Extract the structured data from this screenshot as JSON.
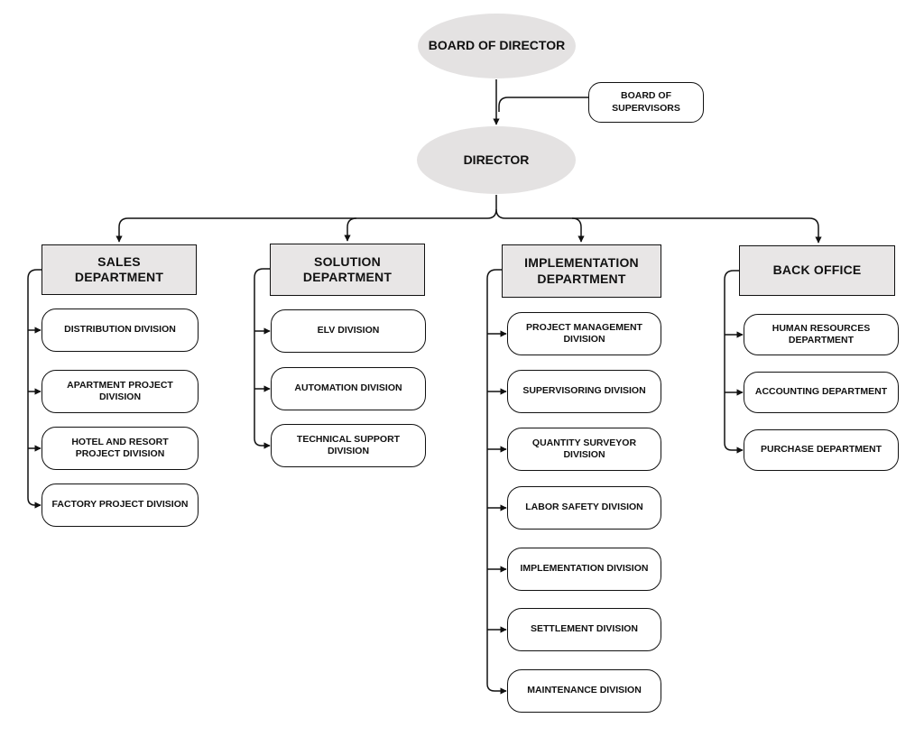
{
  "board": "BOARD OF DIRECTOR",
  "supervisors": "BOARD OF SUPERVISORS",
  "director": "DIRECTOR",
  "departments": [
    {
      "name": "SALES DEPARTMENT",
      "divisions": [
        "DISTRIBUTION DIVISION",
        "APARTMENT PROJECT DIVISION",
        "HOTEL AND RESORT PROJECT DIVISION",
        "FACTORY PROJECT DIVISION"
      ]
    },
    {
      "name": "SOLUTION DEPARTMENT",
      "divisions": [
        "ELV DIVISION",
        "AUTOMATION DIVISION",
        "TECHNICAL SUPPORT DIVISION"
      ]
    },
    {
      "name": "IMPLEMENTATION DEPARTMENT",
      "divisions": [
        "PROJECT MANAGEMENT DIVISION",
        "SUPERVISORING DIVISION",
        "QUANTITY SURVEYOR DIVISION",
        "LABOR SAFETY DIVISION",
        "IMPLEMENTATION DIVISION",
        "SETTLEMENT DIVISION",
        "MAINTENANCE DIVISION"
      ]
    },
    {
      "name": "BACK OFFICE",
      "divisions": [
        "HUMAN RESOURCES DEPARTMENT",
        "ACCOUNTING DEPARTMENT",
        "PURCHASE DEPARTMENT"
      ]
    }
  ]
}
